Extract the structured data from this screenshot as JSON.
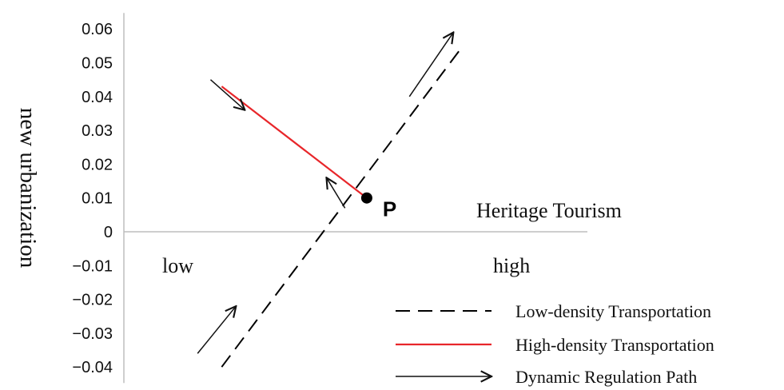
{
  "chart_data": {
    "type": "line",
    "ylabel": "new urbanization",
    "xlabel": "Heritage Tourism",
    "x_labels": {
      "low": "low",
      "high": "high"
    },
    "y_ticks": [
      0.06,
      0.05,
      0.04,
      0.03,
      0.02,
      0.01,
      0,
      -0.01,
      -0.02,
      -0.03,
      -0.04
    ],
    "y_tick_labels": [
      "0.06",
      "0.05",
      "0.04",
      "0.03",
      "0.02",
      "0.01",
      "0",
      "−0.01",
      "−0.02",
      "−0.03",
      "−0.04"
    ],
    "ylim": [
      -0.04,
      0.06
    ],
    "xlim": [
      0,
      1
    ],
    "point": {
      "label": "P",
      "x": 0.524,
      "y": 0.01
    },
    "series": [
      {
        "name": "Low-density Transportation",
        "style": "dashed",
        "color": "#000000",
        "points": [
          {
            "x": 0.211,
            "y": -0.04
          },
          {
            "x": 0.726,
            "y": 0.054
          }
        ]
      },
      {
        "name": "High-density Transportation",
        "style": "solid",
        "color": "#e8262a",
        "points": [
          {
            "x": 0.211,
            "y": 0.043
          },
          {
            "x": 0.524,
            "y": 0.01
          }
        ]
      }
    ],
    "arrows": [
      {
        "x1": 0.159,
        "y1": -0.036,
        "x2": 0.242,
        "y2": -0.022
      },
      {
        "x1": 0.477,
        "y1": 0.007,
        "x2": 0.437,
        "y2": 0.016
      },
      {
        "x1": 0.187,
        "y1": 0.045,
        "x2": 0.261,
        "y2": 0.036
      },
      {
        "x1": 0.616,
        "y1": 0.04,
        "x2": 0.711,
        "y2": 0.059
      }
    ],
    "legend": {
      "position": "bottom-right",
      "items": [
        {
          "label": "Low-density Transportation",
          "kind": "dashed-line"
        },
        {
          "label": "High-density Transportation",
          "kind": "red-line"
        },
        {
          "label": "Dynamic Regulation Path",
          "kind": "arrow"
        }
      ]
    }
  }
}
